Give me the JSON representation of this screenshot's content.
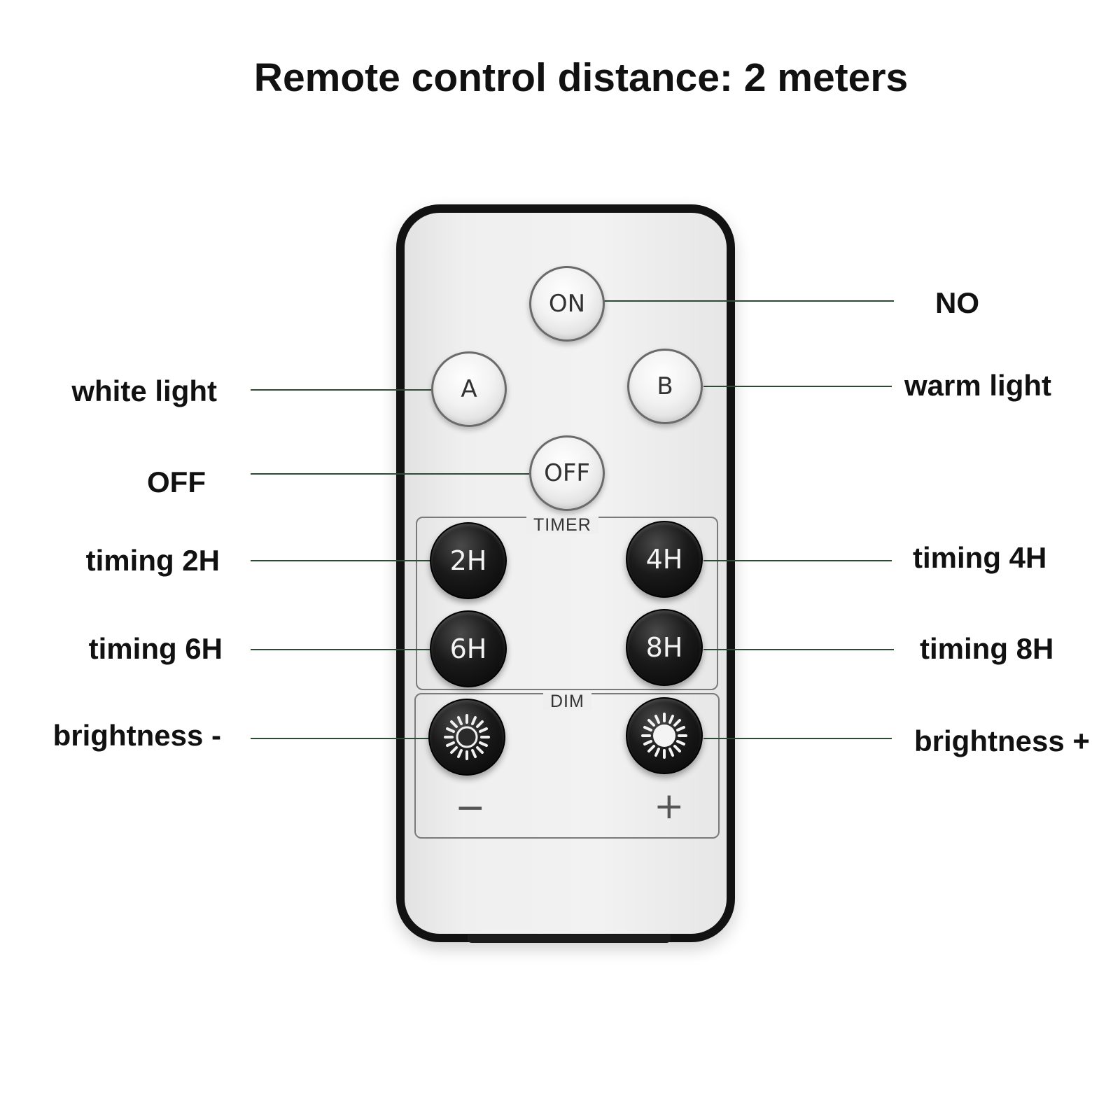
{
  "title": "Remote control distance: 2 meters",
  "labels": {
    "on": "NO",
    "a": "white light",
    "b": "warm light",
    "off": "OFF",
    "t2": "timing 2H",
    "t4": "timing 4H",
    "t6": "timing 6H",
    "t8": "timing 8H",
    "dim_minus": "brightness -",
    "dim_plus": "brightness +"
  },
  "remote": {
    "buttons": {
      "on": "ON",
      "a": "A",
      "b": "B",
      "off": "OFF",
      "t2": "2H",
      "t4": "4H",
      "t6": "6H",
      "t8": "8H"
    },
    "timer_caption": "TIMER",
    "dim_caption": "DIM",
    "minus_sign": "−",
    "plus_sign": "+"
  },
  "icons": {
    "dim_minus": "sun-outline-icon",
    "dim_plus": "sun-solid-icon"
  },
  "colors": {
    "leader_line": "#2e4a34",
    "remote_frame": "#121212",
    "dark_button": "#111111"
  }
}
